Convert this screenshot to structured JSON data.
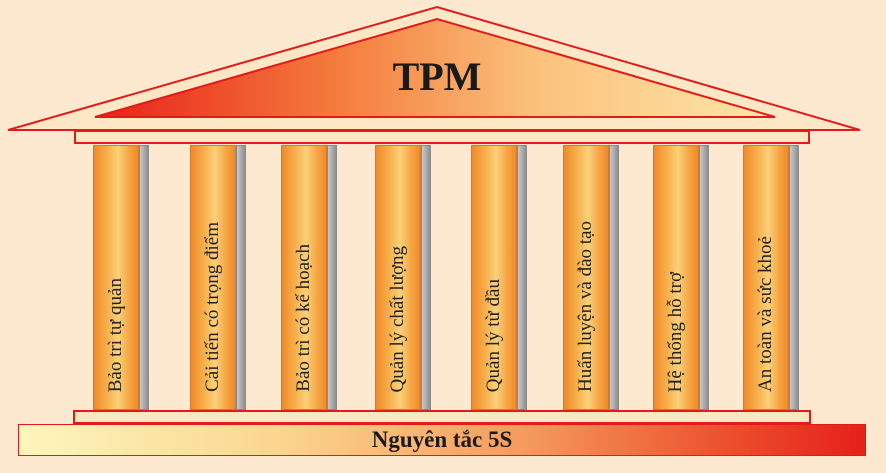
{
  "roof": {
    "title": "TPM"
  },
  "pillars": [
    {
      "label": "Bảo trì tự quản"
    },
    {
      "label": "Cải tiến có trọng điểm"
    },
    {
      "label": "Bảo trì có kế hoạch"
    },
    {
      "label": "Quản lý chất lượng"
    },
    {
      "label": "Quản lý từ đầu"
    },
    {
      "label": "Huấn luyện và đào tạo"
    },
    {
      "label": "Hệ thống hỗ trợ"
    },
    {
      "label": "An toàn và sức khoẻ"
    }
  ],
  "foundation": {
    "label": "Nguyên tắc 5S"
  },
  "colors": {
    "outline": "#e21a1a",
    "background": "#fde9cf",
    "pillar": "#f7b04a"
  }
}
